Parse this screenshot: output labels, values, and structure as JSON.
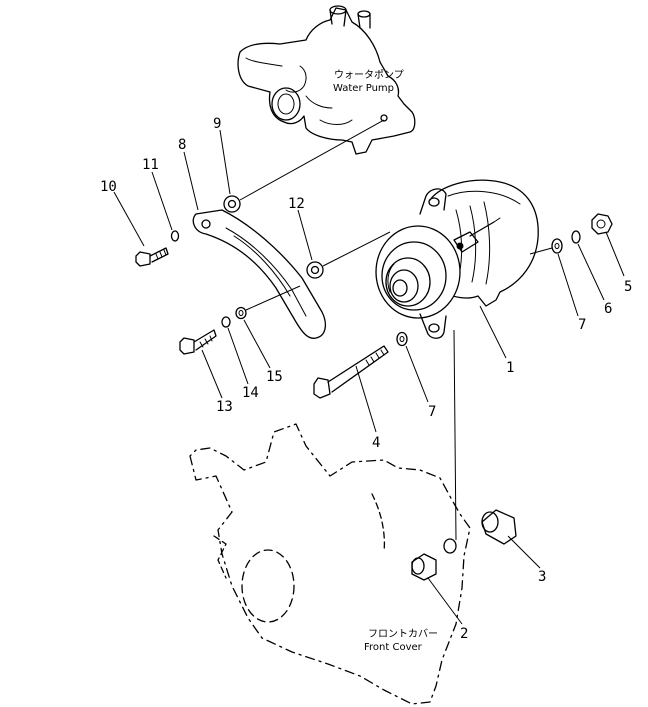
{
  "labels": {
    "water_pump_jp": "ウォータポンプ",
    "water_pump_en": "Water Pump",
    "front_cover_jp": "フロントカバー",
    "front_cover_en": "Front Cover"
  },
  "callouts": {
    "c1": "1",
    "c2": "2",
    "c3": "3",
    "c4": "4",
    "c5": "5",
    "c6": "6",
    "c7a": "7",
    "c7b": "7",
    "c8": "8",
    "c9": "9",
    "c10": "10",
    "c11": "11",
    "c12": "12",
    "c13": "13",
    "c14": "14",
    "c15": "15"
  }
}
